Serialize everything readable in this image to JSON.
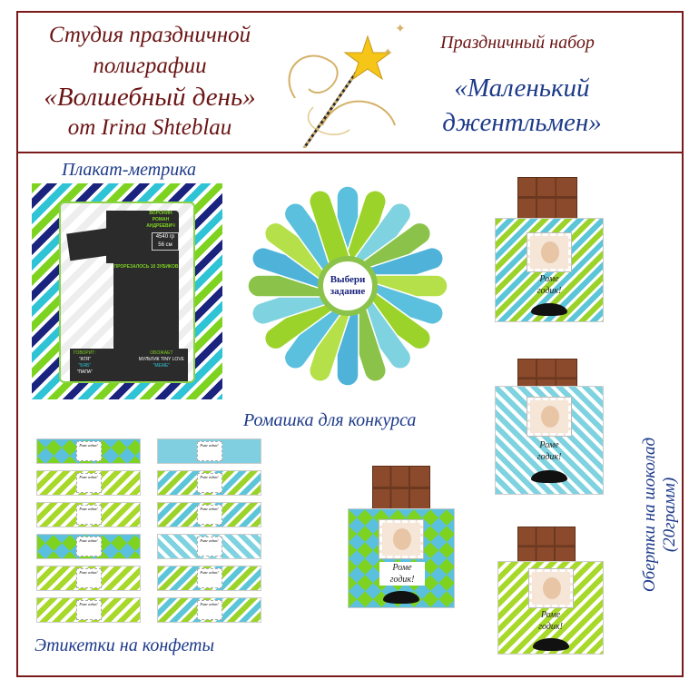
{
  "header": {
    "studio_lines": [
      "Студия праздничной",
      "полиграфии",
      "«Волшебный день»",
      "от Irina Shteblau"
    ],
    "set_label": "Праздничный набор",
    "set_name_lines": [
      "«Маленький",
      "джентльмен»"
    ]
  },
  "poster": {
    "caption": "Плакат-метрика",
    "name_lines": [
      "ВОРОНИН",
      "РОМАН",
      "АНДРЕЕВИЧ"
    ],
    "weight": "4540 гр",
    "height": "56 см",
    "teeth": "ПРОРЕЗАЛОСЬ 10 ЗУБИКОВ",
    "says_title": "ГОВОРИТ:",
    "says": [
      "\"АТЯ\"",
      "\"БЯБ\"",
      "\"ПАПА\"",
      "\"МЕМЕ\""
    ],
    "loves_title": "ОБОЖАЕТ",
    "loves": "МУЛЬТИК TINY LOVE"
  },
  "daisy": {
    "caption": "Ромашка для конкурса",
    "center_text": "Выбери задание"
  },
  "wrappers": {
    "caption_lines": [
      "Обертки на шоколад",
      "(20грамм)"
    ],
    "label_lines": [
      "Роме",
      "годик!"
    ]
  },
  "candy": {
    "caption": "Этикетки на конфеты",
    "tag": "Роме годик!"
  }
}
